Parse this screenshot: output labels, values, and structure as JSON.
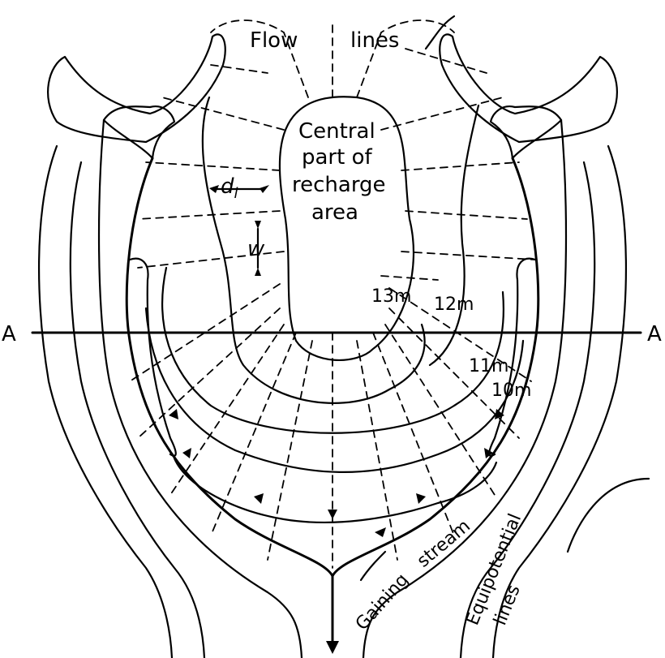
{
  "labels": {
    "flow_lines_1": "Flow",
    "flow_lines_2": "lines",
    "central_1": "Central",
    "central_2": "part of",
    "central_3": "recharge",
    "central_4": "area",
    "d_l": "d",
    "d_l_sub": "l",
    "w": "w",
    "contour_13": "13m",
    "contour_12": "12m",
    "contour_11": "11m",
    "contour_10": "10m",
    "section_left": "A",
    "section_right": "A",
    "gaining_1": "Gaining",
    "gaining_2": "stream",
    "equip_1": "Equipotential",
    "equip_2": "lines"
  }
}
